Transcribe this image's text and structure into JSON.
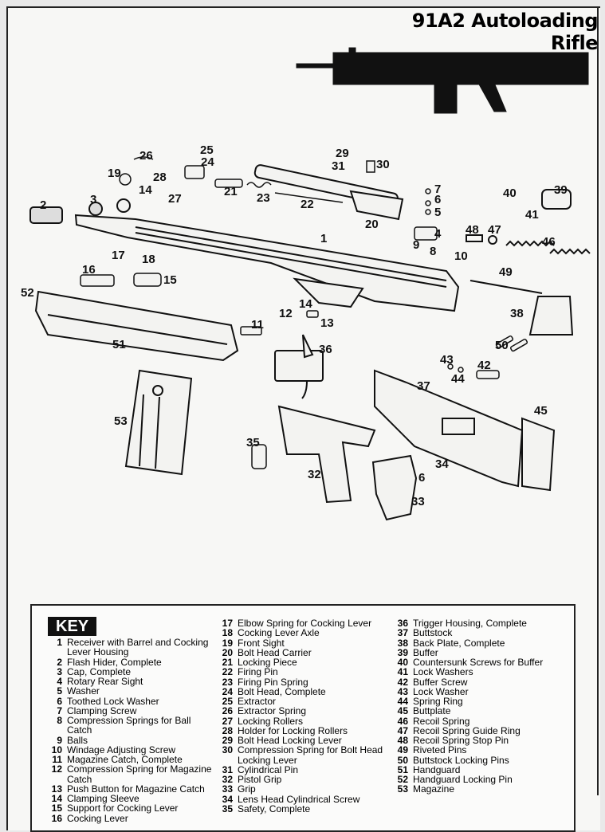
{
  "title": "91A2 Autoloading Rifle",
  "key": {
    "heading": "KEY",
    "items": [
      {
        "num": "1",
        "label": "Receiver with Barrel and Cocking Lever Housing"
      },
      {
        "num": "2",
        "label": "Flash Hider, Complete"
      },
      {
        "num": "3",
        "label": "Cap, Complete"
      },
      {
        "num": "4",
        "label": "Rotary Rear Sight"
      },
      {
        "num": "5",
        "label": "Washer"
      },
      {
        "num": "6",
        "label": "Toothed Lock Washer"
      },
      {
        "num": "7",
        "label": "Clamping Screw"
      },
      {
        "num": "8",
        "label": "Compression Springs for Ball Catch"
      },
      {
        "num": "9",
        "label": "Balls"
      },
      {
        "num": "10",
        "label": "Windage Adjusting Screw"
      },
      {
        "num": "11",
        "label": "Magazine Catch, Complete"
      },
      {
        "num": "12",
        "label": "Compression Spring for Magazine Catch"
      },
      {
        "num": "13",
        "label": "Push Button for Magazine Catch"
      },
      {
        "num": "14",
        "label": "Clamping Sleeve"
      },
      {
        "num": "15",
        "label": "Support for Cocking Lever"
      },
      {
        "num": "16",
        "label": "Cocking Lever"
      },
      {
        "num": "17",
        "label": "Elbow Spring for Cocking Lever"
      },
      {
        "num": "18",
        "label": "Cocking Lever Axle"
      },
      {
        "num": "19",
        "label": "Front Sight"
      },
      {
        "num": "20",
        "label": "Bolt Head Carrier"
      },
      {
        "num": "21",
        "label": "Locking Piece"
      },
      {
        "num": "22",
        "label": "Firing Pin"
      },
      {
        "num": "23",
        "label": "Firing Pin Spring"
      },
      {
        "num": "24",
        "label": "Bolt Head, Complete"
      },
      {
        "num": "25",
        "label": "Extractor"
      },
      {
        "num": "26",
        "label": "Extractor Spring"
      },
      {
        "num": "27",
        "label": "Locking Rollers"
      },
      {
        "num": "28",
        "label": "Holder for Locking Rollers"
      },
      {
        "num": "29",
        "label": "Bolt Head Locking Lever"
      },
      {
        "num": "30",
        "label": "Compression Spring for Bolt Head Locking Lever"
      },
      {
        "num": "31",
        "label": "Cylindrical Pin"
      },
      {
        "num": "32",
        "label": "Pistol Grip"
      },
      {
        "num": "33",
        "label": "Grip"
      },
      {
        "num": "34",
        "label": "Lens Head Cylindrical Screw"
      },
      {
        "num": "35",
        "label": "Safety, Complete"
      },
      {
        "num": "36",
        "label": "Trigger Housing, Complete"
      },
      {
        "num": "37",
        "label": "Buttstock"
      },
      {
        "num": "38",
        "label": "Back Plate, Complete"
      },
      {
        "num": "39",
        "label": "Buffer"
      },
      {
        "num": "40",
        "label": "Countersunk Screws for Buffer"
      },
      {
        "num": "41",
        "label": "Lock Washers"
      },
      {
        "num": "42",
        "label": "Buffer Screw"
      },
      {
        "num": "43",
        "label": "Lock Washer"
      },
      {
        "num": "44",
        "label": "Spring Ring"
      },
      {
        "num": "45",
        "label": "Buttplate"
      },
      {
        "num": "46",
        "label": "Recoil Spring"
      },
      {
        "num": "47",
        "label": "Recoil Spring Guide Ring"
      },
      {
        "num": "48",
        "label": "Recoil Spring Stop Pin"
      },
      {
        "num": "49",
        "label": "Riveted Pins"
      },
      {
        "num": "50",
        "label": "Buttstock Locking Pins"
      },
      {
        "num": "51",
        "label": "Handguard"
      },
      {
        "num": "52",
        "label": "Handguard Locking Pin"
      },
      {
        "num": "53",
        "label": "Magazine"
      }
    ]
  },
  "callouts": [
    "1",
    "2",
    "3",
    "4",
    "5",
    "6",
    "7",
    "8",
    "9",
    "10",
    "11",
    "12",
    "13",
    "14",
    "14",
    "15",
    "16",
    "17",
    "18",
    "19",
    "20",
    "21",
    "22",
    "23",
    "24",
    "25",
    "26",
    "27",
    "28",
    "29",
    "30",
    "31",
    "32",
    "33",
    "34",
    "35",
    "36",
    "37",
    "38",
    "39",
    "40",
    "41",
    "42",
    "43",
    "44",
    "45",
    "46",
    "47",
    "48",
    "49",
    "50",
    "51",
    "52",
    "53",
    "6"
  ]
}
